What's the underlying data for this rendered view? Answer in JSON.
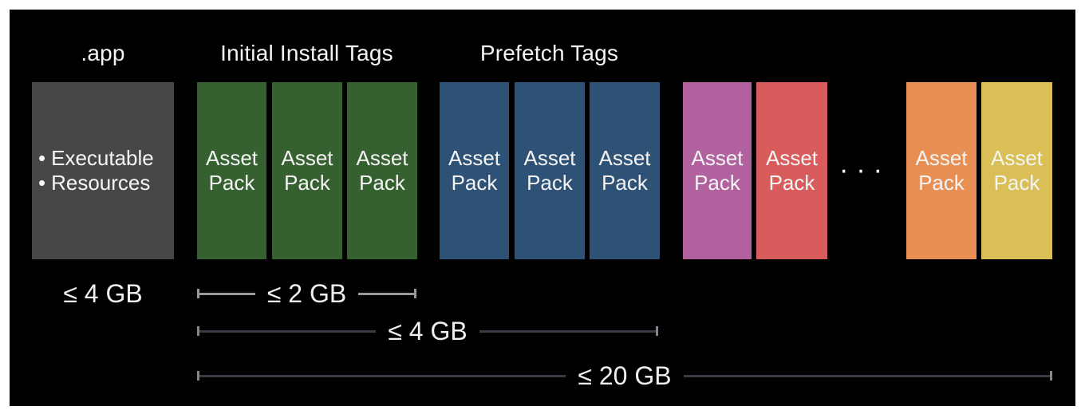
{
  "colors": {
    "frame": "#ffffff",
    "panel": "#000000",
    "text": "#f4f4f4"
  },
  "app_bundle": {
    "title": ".app",
    "box_color": "#474749",
    "bullet": "•",
    "items": [
      {
        "label": "Executable"
      },
      {
        "label": "Resources"
      }
    ],
    "size_label": "≤ 4 GB"
  },
  "tag_groups": {
    "initial_install_label": "Initial Install Tags",
    "prefetch_label": "Prefetch Tags"
  },
  "asset_packs": [
    {
      "label": "Asset Pack",
      "color": "#35602f",
      "group": "initial-install"
    },
    {
      "label": "Asset Pack",
      "color": "#35602f",
      "group": "initial-install"
    },
    {
      "label": "Asset Pack",
      "color": "#35602f",
      "group": "initial-install"
    },
    {
      "label": "Asset Pack",
      "color": "#2e5176",
      "group": "prefetch"
    },
    {
      "label": "Asset Pack",
      "color": "#2e5176",
      "group": "prefetch"
    },
    {
      "label": "Asset Pack",
      "color": "#2e5176",
      "group": "prefetch"
    },
    {
      "label": "Asset Pack",
      "color": "#b2619f",
      "group": "on-demand"
    },
    {
      "label": "Asset Pack",
      "color": "#d95c5c",
      "group": "on-demand"
    },
    {
      "label": "Asset Pack",
      "color": "#e89054",
      "group": "on-demand"
    },
    {
      "label": "Asset Pack",
      "color": "#d9bf56",
      "group": "on-demand"
    }
  ],
  "ellipsis": "···",
  "rulers": [
    {
      "label": "≤ 2 GB",
      "line_color": "#98989e",
      "tick_color": "#98989e"
    },
    {
      "label": "≤ 4 GB",
      "line_color": "#3a3a44",
      "tick_color": "#85858b"
    },
    {
      "label": "≤ 20 GB",
      "line_color": "#3a3a44",
      "tick_color": "#85858b"
    }
  ]
}
